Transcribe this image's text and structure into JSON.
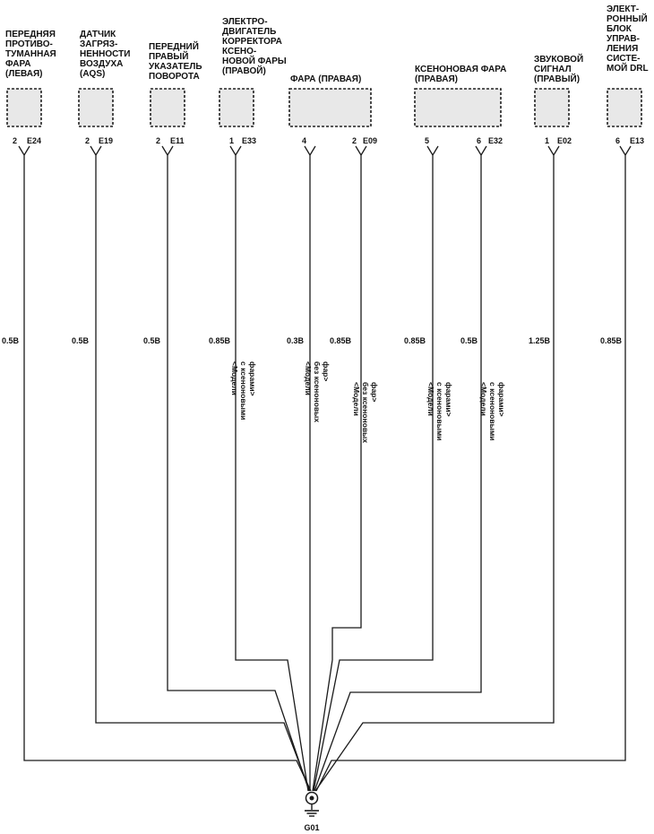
{
  "components": [
    {
      "id": "fog-left",
      "label_lines": [
        "ПЕРЕДНЯЯ",
        "ПРОТИВО-",
        "ТУМАННАЯ",
        "ФАРА",
        "(ЛЕВАЯ)"
      ],
      "connector": "E24",
      "pins": [
        "2"
      ]
    },
    {
      "id": "aqs",
      "label_lines": [
        "ДАТЧИК",
        "ЗАГРЯЗ-",
        "НЕННОСТИ",
        "ВОЗДУХА",
        "(AQS)"
      ],
      "connector": "E19",
      "pins": [
        "2"
      ]
    },
    {
      "id": "turn-right",
      "label_lines": [
        "ПЕРЕДНИЙ",
        "ПРАВЫЙ",
        "УКАЗАТЕЛЬ",
        "ПОВОРОТА"
      ],
      "connector": "E11",
      "pins": [
        "2"
      ]
    },
    {
      "id": "leveler-motor",
      "label_lines": [
        "ЭЛЕКТРО-",
        "ДВИГАТЕЛЬ",
        "КОРРЕКТОРА",
        "КСЕНО-",
        "НОВОЙ ФАРЫ",
        "(ПРАВОЙ)"
      ],
      "connector": "E33",
      "pins": [
        "1"
      ]
    },
    {
      "id": "headlamp-right",
      "label_lines": [
        "ФАРА (ПРАВАЯ)"
      ],
      "connector": "E09",
      "pins": [
        "4",
        "2"
      ]
    },
    {
      "id": "xenon-right",
      "label_lines": [
        "КСЕНОНОВАЯ ФАРА",
        "(ПРАВАЯ)"
      ],
      "connector": "E32",
      "pins": [
        "5",
        "6"
      ]
    },
    {
      "id": "horn-right",
      "label_lines": [
        "ЗВУКОВОЙ",
        "СИГНАЛ",
        "(ПРАВЫЙ)"
      ],
      "connector": "E02",
      "pins": [
        "1"
      ]
    },
    {
      "id": "drl-unit",
      "label_lines": [
        "ЭЛЕКТ-",
        "РОННЫЙ",
        "БЛОК",
        "УПРАВ-",
        "ЛЕНИЯ",
        "СИСТЕ-",
        "МОЙ DRL"
      ],
      "connector": "E13",
      "pins": [
        "6"
      ]
    }
  ],
  "wires": [
    {
      "from": "E24-2",
      "size": "0.5B"
    },
    {
      "from": "E19-2",
      "size": "0.5B"
    },
    {
      "from": "E11-2",
      "size": "0.5B"
    },
    {
      "from": "E33-1",
      "size": "0.85B"
    },
    {
      "from": "E09-4",
      "size": "0.3B"
    },
    {
      "from": "E09-2",
      "size": "0.85B"
    },
    {
      "from": "E32-5",
      "size": "0.85B"
    },
    {
      "from": "E32-6",
      "size": "0.5B"
    },
    {
      "from": "E02-1",
      "size": "1.25B"
    },
    {
      "from": "E13-6",
      "size": "0.85B"
    }
  ],
  "notes": [
    {
      "wire": "E33-1",
      "lines": [
        "<Модели",
        "с ксеноновыми",
        "фарами>"
      ]
    },
    {
      "wire": "E09-4",
      "lines": [
        "<Модели",
        "без ксеноновых",
        "фар>"
      ]
    },
    {
      "wire": "E09-2",
      "lines": [
        "<Модели",
        "без ксеноновых",
        "фар>"
      ]
    },
    {
      "wire": "E32-5",
      "lines": [
        "<Модели",
        "с ксеноновыми",
        "фарами>"
      ]
    },
    {
      "wire": "E32-6",
      "lines": [
        "<Модели",
        "с ксеноновыми",
        "фарами>"
      ]
    }
  ],
  "ground": {
    "label": "G01"
  }
}
